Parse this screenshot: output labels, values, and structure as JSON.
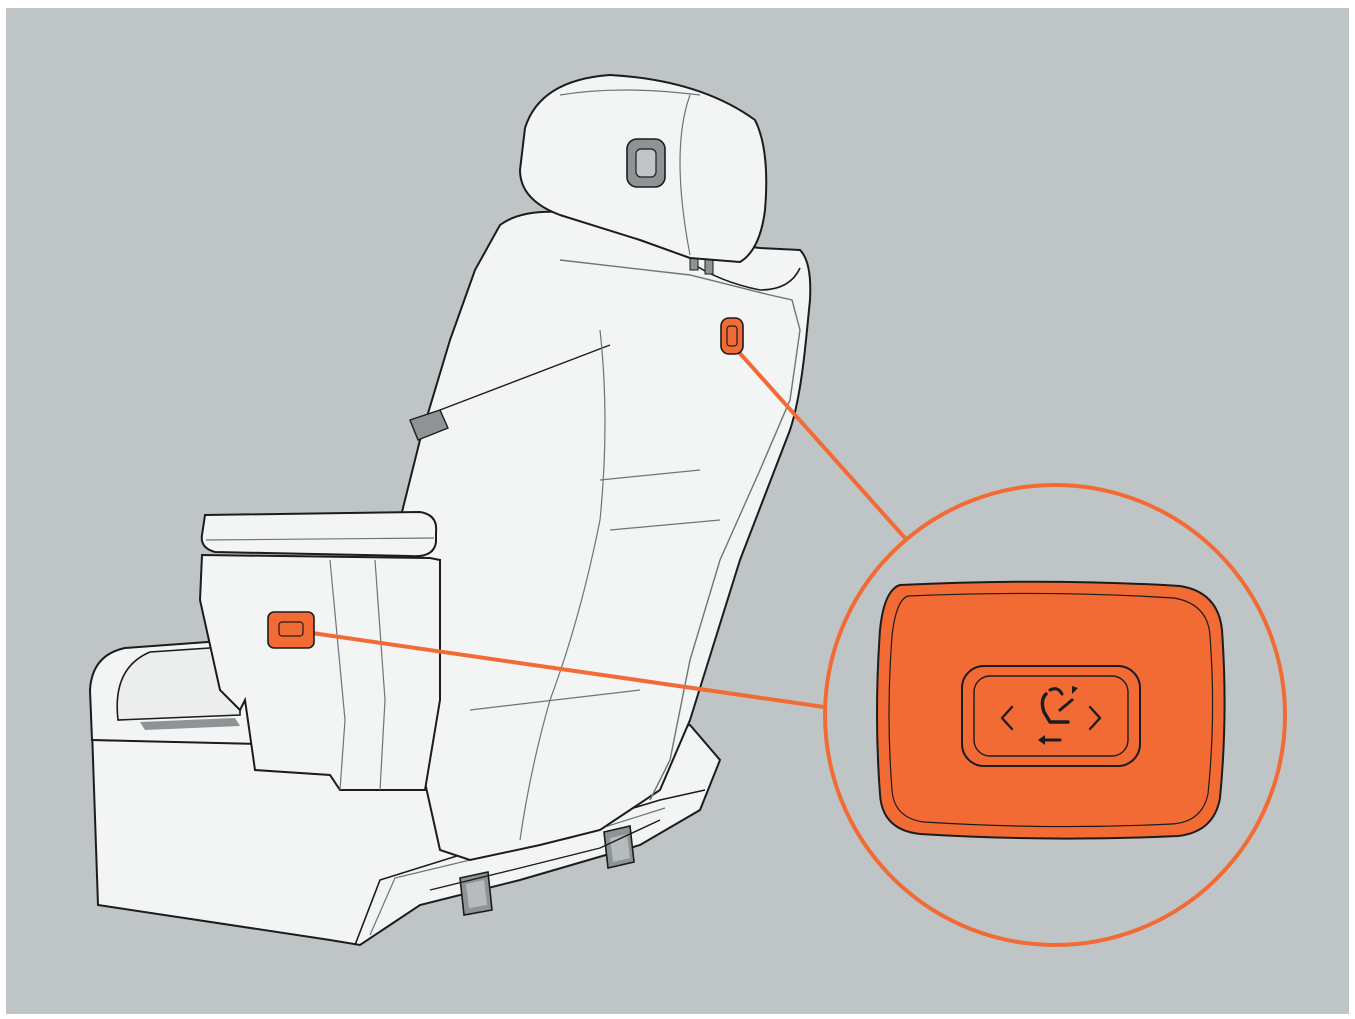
{
  "illustration": {
    "subject": "seat-adjust-control-location",
    "colors": {
      "background": "#bfc4c6",
      "seat_fill": "#f3f4f4",
      "seat_stroke": "#1c1c1c",
      "seat_line": "#6f7475",
      "accent": "#f26b35",
      "accent_dark": "#222222",
      "metal": "#8e9395"
    },
    "icons": {
      "control_left": "chevron-left-icon",
      "control_right": "chevron-right-icon",
      "control_symbol": "seat-recline-icon"
    },
    "callouts": [
      {
        "id": "seatback-control",
        "target": "seatback-button"
      },
      {
        "id": "side-control",
        "target": "side-button"
      }
    ]
  }
}
